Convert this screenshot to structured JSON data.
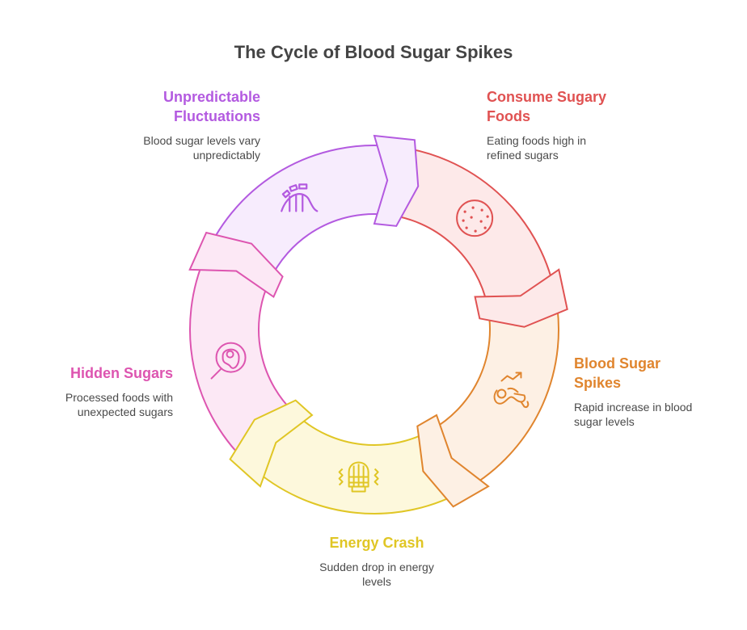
{
  "title": "The Cycle of Blood Sugar Spikes",
  "steps": [
    {
      "id": "consume",
      "title_line1": "Consume Sugary",
      "title_line2": "Foods",
      "desc_line1": "Eating foods high in",
      "desc_line2": "refined sugars",
      "icon": "cookie-icon",
      "stroke": "#e05252",
      "fill": "#fde9e9"
    },
    {
      "id": "spikes",
      "title_line1": "Blood Sugar",
      "title_line2": "Spikes",
      "desc_line1": "Rapid increase in blood",
      "desc_line2": "sugar levels",
      "icon": "rising-trend-person-icon",
      "stroke": "#e0852e",
      "fill": "#fdf0e4"
    },
    {
      "id": "crash",
      "title_line1": "Energy Crash",
      "title_line2": "",
      "desc_line1": "Sudden drop in energy",
      "desc_line2": "levels",
      "icon": "shaking-battery-icon",
      "stroke": "#e0c625",
      "fill": "#fdf8dc"
    },
    {
      "id": "hidden",
      "title_line1": "Hidden Sugars",
      "title_line2": "",
      "desc_line1": "Processed foods with",
      "desc_line2": "unexpected sugars",
      "icon": "magnifier-food-icon",
      "stroke": "#dd55b0",
      "fill": "#fce8f5"
    },
    {
      "id": "fluct",
      "title_line1": "Unpredictable",
      "title_line2": "Fluctuations",
      "desc_line1": "Blood sugar levels vary",
      "desc_line2": "unpredictably",
      "icon": "roller-coaster-icon",
      "stroke": "#b35ae0",
      "fill": "#f7ecfd"
    }
  ]
}
